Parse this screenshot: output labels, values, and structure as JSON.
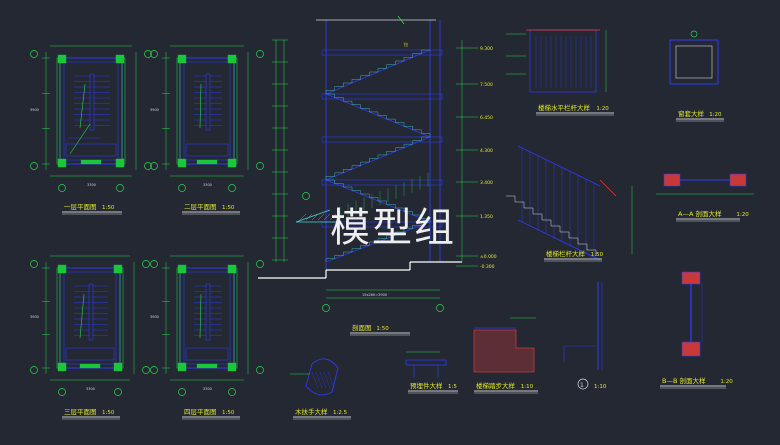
{
  "drawing": {
    "background": "#232833",
    "palette": {
      "outline": "#2f3af0",
      "dims": "#29d94a",
      "text": "#d8d8d8",
      "label": "#e4ea2c",
      "underline": "#ffffff",
      "column_fill": "#1ac63a",
      "accent": "#ff3a3a",
      "cyan": "#4fd3d3",
      "hatch": "#c83a3a"
    },
    "titles": {
      "plan1": "一层平面图",
      "plan1_scale": "1:50",
      "plan2": "二层平面图",
      "plan2_scale": "1:50",
      "plan3": "三层平面图",
      "plan3_scale": "1:50",
      "plan4": "四层平面图",
      "plan4_scale": "1:50",
      "section": "剖面图",
      "section_scale": "1:50",
      "handrail": "木扶手大样",
      "handrail_scale": "1:2.5",
      "embed": "预埋件大样",
      "embed_scale": "1:5",
      "step": "楼梯踏步大样",
      "step_scale": "1:10",
      "railing": "楼梯栏杆大样",
      "railing_scale": "1:50",
      "horiz_rail": "楼梯水平栏杆大样",
      "horiz_rail_scale": "1:20",
      "window": "窗套大样",
      "window_scale": "1:20",
      "aa_section": "A—A 剖面大样",
      "aa_scale": "1:20",
      "bb_section": "B—B 剖面大样",
      "bb_scale": "1:20",
      "detail1_scale": "1:10"
    },
    "elevations": [
      "9.300",
      "7.500",
      "6.450",
      "4.300",
      "3.400",
      "1.350",
      "±0.000",
      "-0.300"
    ],
    "watermark": "模型组"
  }
}
